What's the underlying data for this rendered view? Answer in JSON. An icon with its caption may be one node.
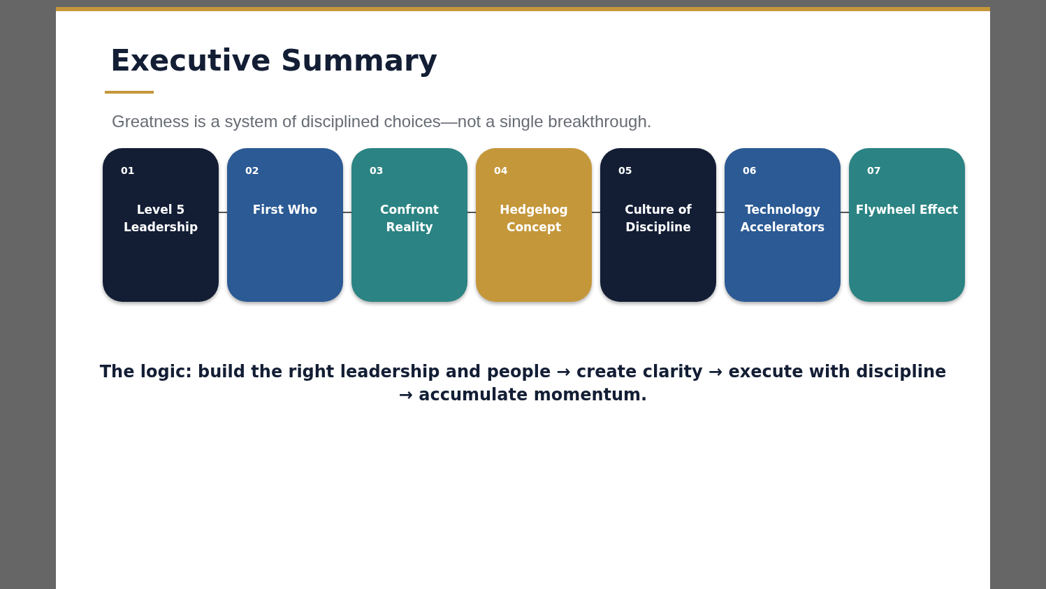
{
  "diagram": {
    "title": "Executive Summary",
    "nodes": [
      {
        "text": [
          "01",
          "Level 5 Leadership"
        ]
      },
      {
        "text": [
          "02",
          "First Who"
        ]
      },
      {
        "text": [
          "03",
          "Confront Reality"
        ]
      },
      {
        "text": [
          "04",
          "Hedgehog Concept"
        ]
      },
      {
        "text": [
          "05",
          "Culture of Discipline"
        ]
      },
      {
        "text": [
          "06",
          "Technology Accelerators"
        ]
      },
      {
        "text": [
          "07",
          "Flywheel Effect"
        ]
      }
    ],
    "edges": [
      {
        "from": 0,
        "to": 1,
        "arrow": "none"
      },
      {
        "from": 1,
        "to": 2,
        "arrow": "none"
      },
      {
        "from": 2,
        "to": 3,
        "arrow": "none"
      },
      {
        "from": 3,
        "to": 4,
        "arrow": "none"
      },
      {
        "from": 4,
        "to": 5,
        "arrow": "none"
      },
      {
        "from": 5,
        "to": 6,
        "arrow": "none"
      }
    ],
    "labels": [
      "Greatness is a system of disciplined choices—not a single breakthrough.",
      "The logic: build the right leadership and people → create clarity → execute with discipline → accumulate momentum."
    ]
  }
}
